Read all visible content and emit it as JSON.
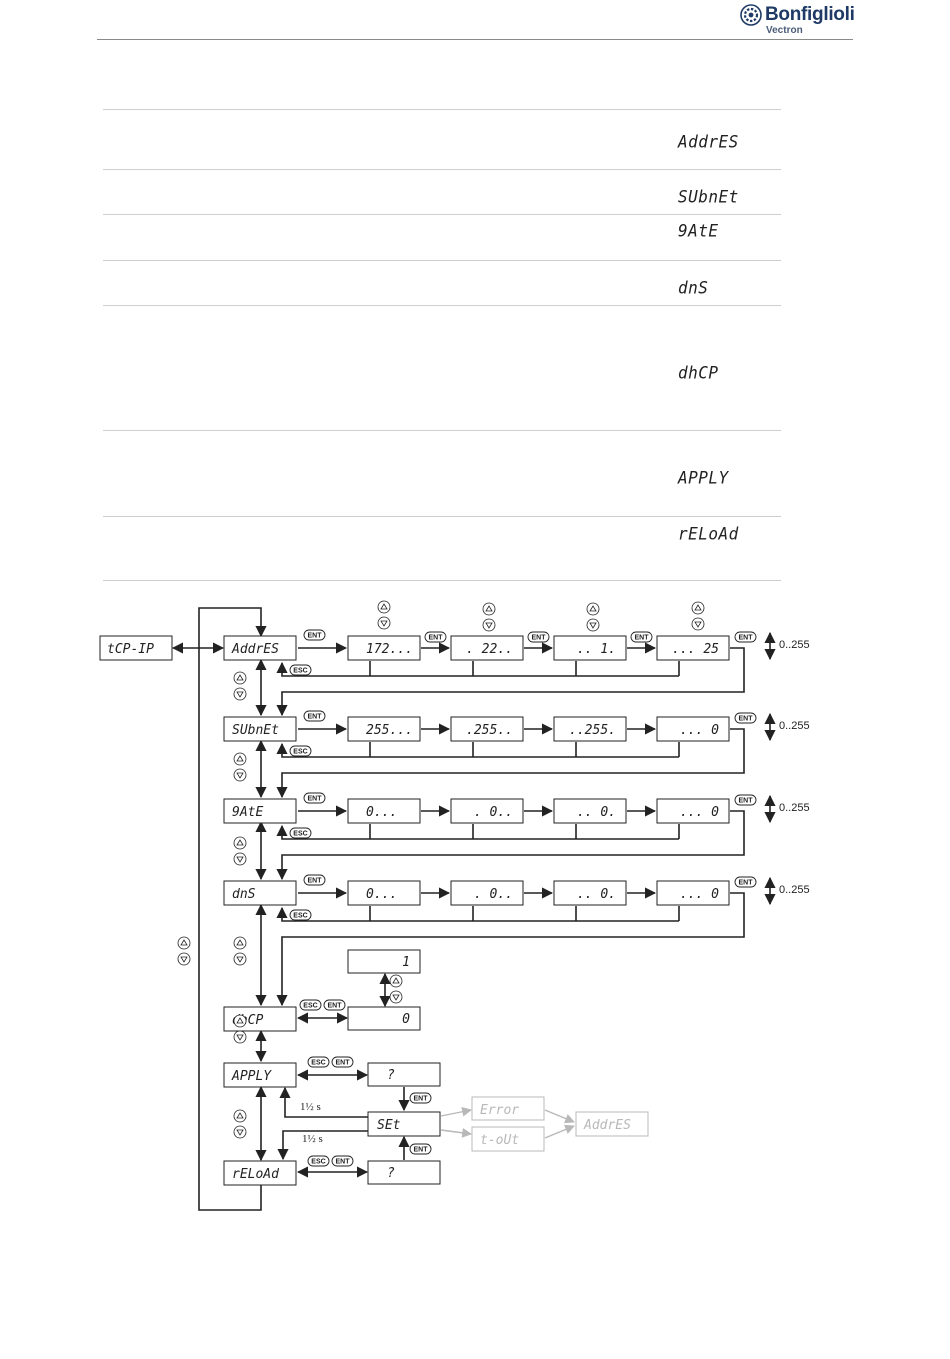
{
  "logo": {
    "name": "Bonfiglioli",
    "sub": "Vectron"
  },
  "table": {
    "codes": [
      "AddrES",
      "SUbnEt",
      "9AtE",
      "dnS",
      "dhCP",
      "APPLY",
      "rELoAd"
    ]
  },
  "diagram": {
    "root": "tCP-IP",
    "menus": [
      "AddrES",
      "SUbnEt",
      "9AtE",
      "dnS",
      "dhCP",
      "APPLY",
      "rELoAd"
    ],
    "octet_rows": [
      [
        "172...",
        ". 22..",
        ".. 1.",
        "... 25"
      ],
      [
        "255...",
        ".255..",
        "..255.",
        "... 0"
      ],
      [
        "0...",
        ". 0..",
        ".. 0.",
        "... 0"
      ],
      [
        "0...",
        ". 0..",
        ".. 0.",
        "... 0"
      ]
    ],
    "range_label": "0..255",
    "dhcp_values": [
      "1",
      "0"
    ],
    "question": "?",
    "set_label": "SEt",
    "error_label": "Error",
    "timeout_label": "t-oUt",
    "return_label": "AddrES",
    "delay_label": "1½ s",
    "buttons": {
      "ent": "ENT",
      "esc": "ESC"
    }
  }
}
